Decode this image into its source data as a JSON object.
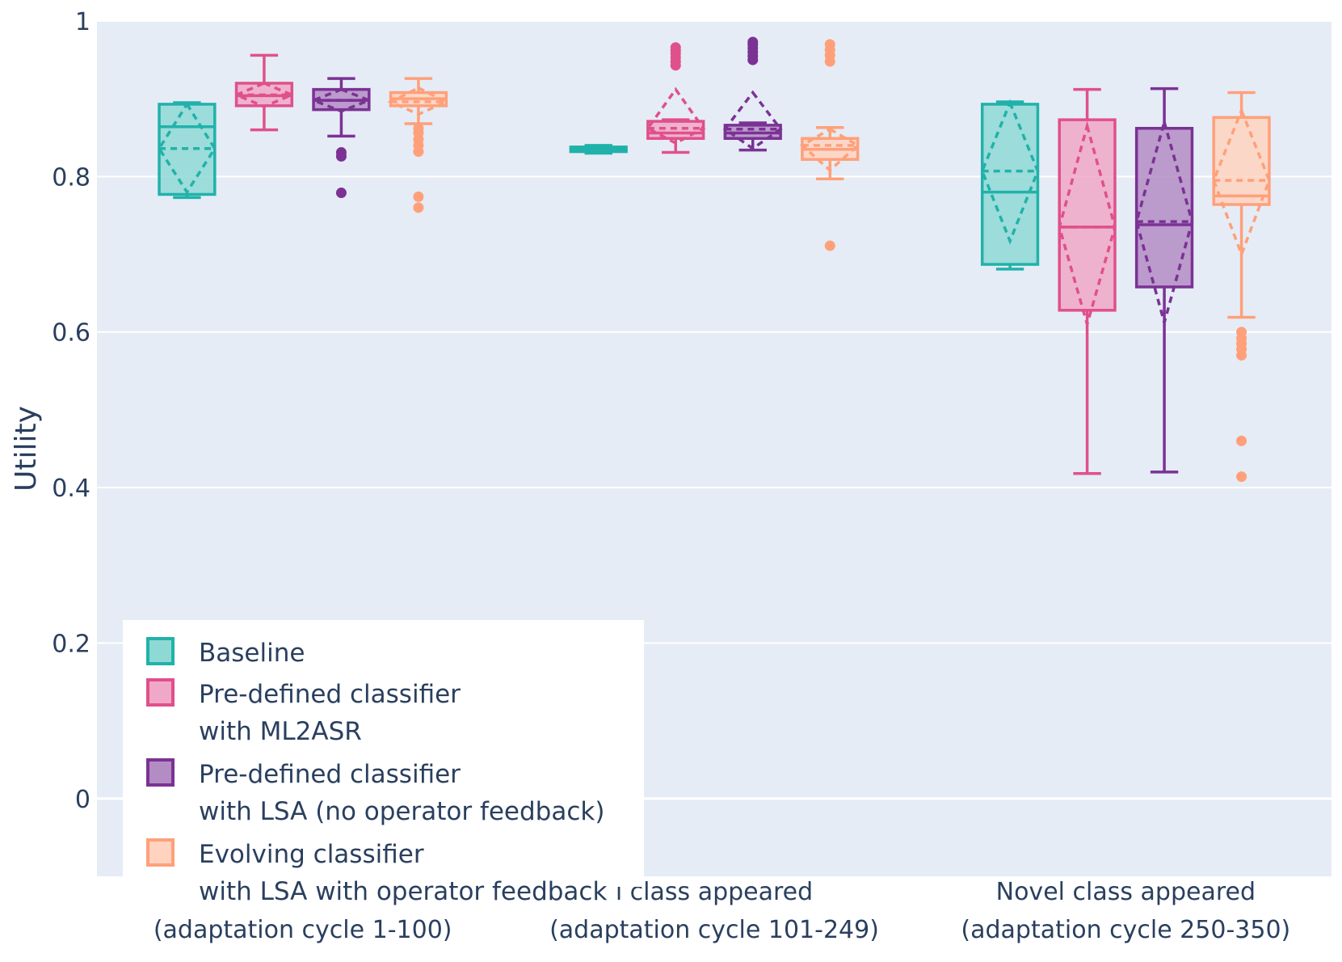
{
  "chart_data": {
    "type": "box",
    "ylabel": "Utility",
    "ylim": [
      -0.1,
      1.0
    ],
    "yticks": [
      0,
      0.2,
      0.4,
      0.6,
      0.8,
      1
    ],
    "ytick_labels": [
      "0",
      "0.2",
      "0.4",
      "0.6",
      "0.8",
      "1"
    ],
    "grid": true,
    "legend_position": "bottom-left, inside plot",
    "categories": [
      [
        "(adaptation cycle 1-100)"
      ],
      [
        "l class appeared",
        "(adaptation cycle 101-249)"
      ],
      [
        "Novel class appeared",
        "(adaptation cycle 250-350)"
      ]
    ],
    "series": [
      {
        "name": [
          "Baseline"
        ],
        "color": "#20b2aa",
        "fill": "#8fd9d5",
        "boxes": [
          {
            "q1": 0.777,
            "median": 0.864,
            "q3": 0.893,
            "lower": 0.773,
            "upper": 0.895,
            "mean": 0.836,
            "sd_low": 0.78,
            "sd_high": 0.893,
            "outliers": []
          },
          {
            "q1": 0.832,
            "median": 0.835,
            "q3": 0.838,
            "lower": 0.83,
            "upper": 0.84,
            "mean": 0.835,
            "sd_low": 0.833,
            "sd_high": 0.837,
            "outliers": []
          },
          {
            "q1": 0.687,
            "median": 0.78,
            "q3": 0.893,
            "lower": 0.681,
            "upper": 0.896,
            "mean": 0.807,
            "sd_low": 0.717,
            "sd_high": 0.895,
            "outliers": []
          }
        ]
      },
      {
        "name": [
          "Pre-defined classifier",
          "with ML2ASR"
        ],
        "color": "#e0508a",
        "fill": "#f0a8c8",
        "boxes": [
          {
            "q1": 0.891,
            "median": 0.904,
            "q3": 0.92,
            "lower": 0.86,
            "upper": 0.956,
            "mean": 0.905,
            "sd_low": 0.89,
            "sd_high": 0.92,
            "outliers": []
          },
          {
            "q1": 0.849,
            "median": 0.856,
            "q3": 0.871,
            "lower": 0.831,
            "upper": 0.873,
            "mean": 0.862,
            "sd_low": 0.843,
            "sd_high": 0.912,
            "outliers": [
              0.943,
              0.948,
              0.953,
              0.958,
              0.962,
              0.966
            ]
          },
          {
            "q1": 0.628,
            "median": 0.735,
            "q3": 0.873,
            "lower": 0.418,
            "upper": 0.912,
            "mean": 0.735,
            "sd_low": 0.61,
            "sd_high": 0.865,
            "outliers": []
          }
        ]
      },
      {
        "name": [
          "Pre-defined classifier",
          "with LSA (no operator feedback)"
        ],
        "color": "#7b3294",
        "fill": "#b48cc4",
        "boxes": [
          {
            "q1": 0.886,
            "median": 0.898,
            "q3": 0.912,
            "lower": 0.852,
            "upper": 0.926,
            "mean": 0.898,
            "sd_low": 0.884,
            "sd_high": 0.912,
            "outliers": [
              0.826,
              0.831,
              0.779
            ]
          },
          {
            "q1": 0.849,
            "median": 0.856,
            "q3": 0.866,
            "lower": 0.834,
            "upper": 0.869,
            "mean": 0.861,
            "sd_low": 0.836,
            "sd_high": 0.908,
            "outliers": [
              0.95,
              0.955,
              0.96,
              0.965,
              0.97,
              0.973
            ]
          },
          {
            "q1": 0.658,
            "median": 0.738,
            "q3": 0.862,
            "lower": 0.42,
            "upper": 0.913,
            "mean": 0.742,
            "sd_low": 0.612,
            "sd_high": 0.87,
            "outliers": []
          }
        ]
      },
      {
        "name": [
          "Evolving classifier",
          "with LSA with operator feedback"
        ],
        "color": "#ffa07a",
        "fill": "#ffd3bf",
        "boxes": [
          {
            "q1": 0.891,
            "median": 0.9,
            "q3": 0.908,
            "lower": 0.868,
            "upper": 0.926,
            "mean": 0.896,
            "sd_low": 0.88,
            "sd_high": 0.914,
            "outliers": [
              0.832,
              0.84,
              0.848,
              0.856,
              0.862,
              0.774,
              0.76
            ]
          },
          {
            "q1": 0.822,
            "median": 0.835,
            "q3": 0.849,
            "lower": 0.797,
            "upper": 0.863,
            "mean": 0.84,
            "sd_low": 0.808,
            "sd_high": 0.861,
            "outliers": [
              0.711,
              0.948,
              0.956,
              0.963,
              0.97
            ]
          },
          {
            "q1": 0.764,
            "median": 0.775,
            "q3": 0.876,
            "lower": 0.619,
            "upper": 0.908,
            "mean": 0.795,
            "sd_low": 0.7,
            "sd_high": 0.885,
            "outliers": [
              0.57,
              0.578,
              0.585,
              0.592,
              0.6,
              0.46,
              0.414
            ]
          }
        ]
      }
    ]
  }
}
